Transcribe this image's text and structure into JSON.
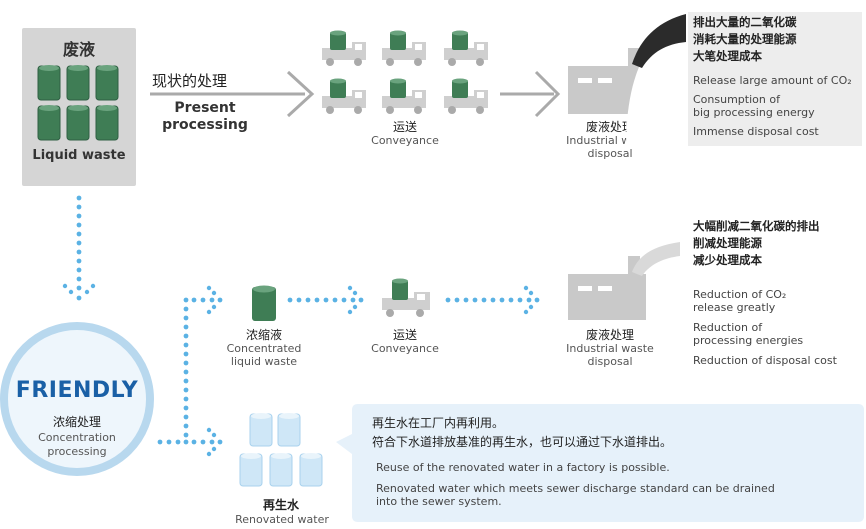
{
  "liquid_waste": {
    "zh": "废液",
    "en": "Liquid waste"
  },
  "present_processing": {
    "zh": "现状的处理",
    "en_line1": "Present",
    "en_line2": "processing"
  },
  "top_row": {
    "conveyance_zh": "运送",
    "conveyance_en": "Conveyance",
    "disposal_zh": "废液处理",
    "disposal_en_line1": "Industrial waste",
    "disposal_en_line2": "disposal"
  },
  "top_effects": {
    "zh": [
      "排出大量的二氧化碳",
      "消耗大量的处理能源",
      "大笔处理成本"
    ],
    "en": [
      "Release large amount of CO₂",
      "Consumption of",
      "big processing energy",
      "Immense disposal cost"
    ]
  },
  "middle_row": {
    "concentrated_zh": "浓缩液",
    "concentrated_en_line1": "Concentrated",
    "concentrated_en_line2": "liquid waste",
    "conveyance_zh": "运送",
    "conveyance_en": "Conveyance",
    "disposal_zh": "废液处理",
    "disposal_en_line1": "Industrial waste",
    "disposal_en_line2": "disposal"
  },
  "middle_effects": {
    "zh": [
      "大幅削减二氧化碳的排出",
      "削减处理能源",
      "减少处理成本"
    ],
    "en": [
      "Reduction of CO₂",
      "release greatly",
      "Reduction of",
      "processing energies",
      "Reduction of disposal cost"
    ]
  },
  "friendly": {
    "title": "FRIENDLY",
    "zh": "浓缩处理",
    "en_line1": "Concentration",
    "en_line2": "processing"
  },
  "renovated": {
    "zh": "再生水",
    "en": "Renovated water"
  },
  "callout": {
    "zh_line1": "再生水在工厂内再利用。",
    "zh_line2": "符合下水道排放基准的再生水，也可以通过下水道排出。",
    "en_line1": "Reuse of the renovated water in a factory is possible.",
    "en_line2": "Renovated water which meets sewer discharge standard can be drained",
    "en_line3": "into the sewer system."
  },
  "colors": {
    "barrel": "#3f7d55",
    "barrel_light": "#6aa37e",
    "truck": "#cfcfcf",
    "factory": "#c9c9c9",
    "dots": "#5bb2e4",
    "renovated": "#cfe7f7"
  }
}
